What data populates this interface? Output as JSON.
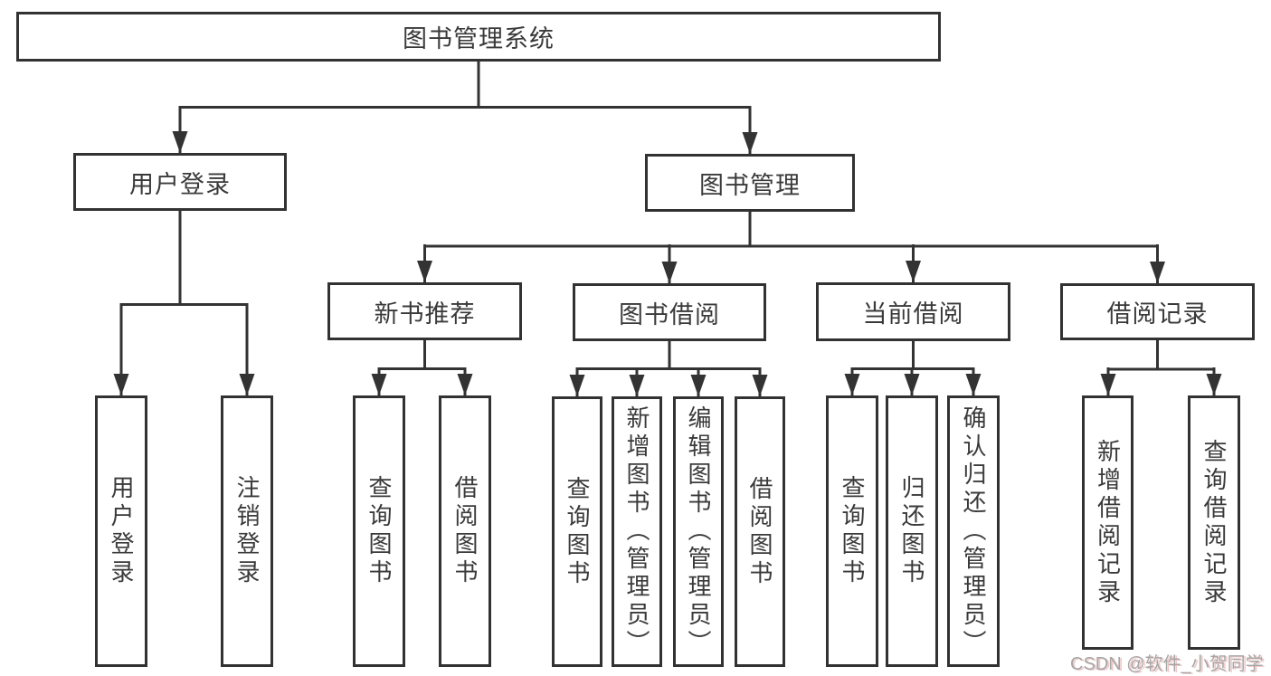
{
  "colors": {
    "background": "#ffffff",
    "line": "#333333",
    "box_border": "#323232",
    "text": "#3a3a3a",
    "watermark": "#a6a6a6"
  },
  "tree": {
    "root": {
      "label": "图书管理系统"
    },
    "level2": [
      {
        "label": "用户登录",
        "children": [
          {
            "label": "用户登录"
          },
          {
            "label": "注销登录"
          }
        ]
      },
      {
        "label": "图书管理",
        "children": [
          {
            "label": "新书推荐",
            "children": [
              {
                "label": "查询图书"
              },
              {
                "label": "借阅图书"
              }
            ]
          },
          {
            "label": "图书借阅",
            "children": [
              {
                "label": "查询图书"
              },
              {
                "label": "新增图书（管理员）"
              },
              {
                "label": "编辑图书（管理员）"
              },
              {
                "label": "借阅图书"
              }
            ]
          },
          {
            "label": "当前借阅",
            "children": [
              {
                "label": "查询图书"
              },
              {
                "label": "归还图书"
              },
              {
                "label": "确认归还（管理员）"
              }
            ]
          },
          {
            "label": "借阅记录",
            "children": [
              {
                "label": "新增借阅记录"
              },
              {
                "label": "查询借阅记录"
              }
            ]
          }
        ]
      }
    ]
  },
  "watermark": {
    "text": "CSDN @软件_小贺同学"
  }
}
